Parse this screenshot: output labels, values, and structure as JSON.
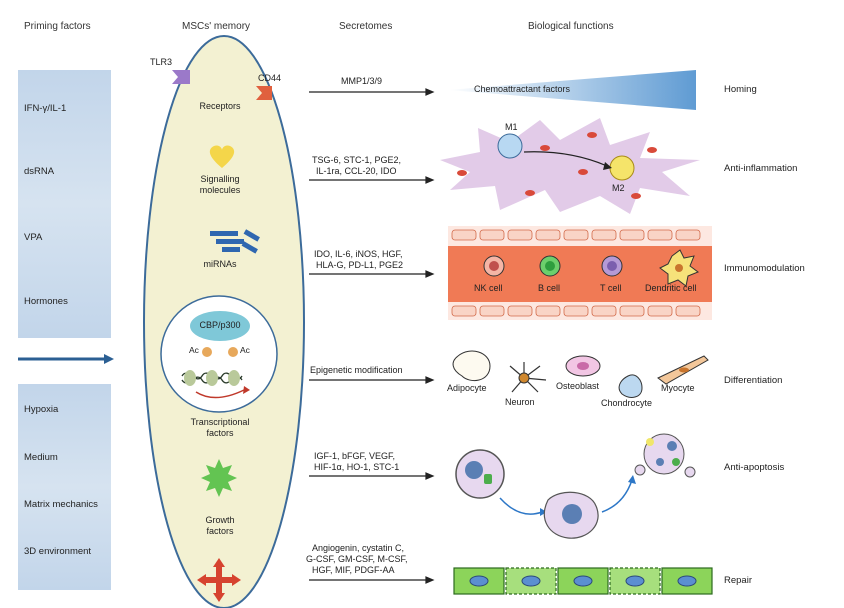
{
  "headers": {
    "priming": "Priming factors",
    "memory": "MSCs' memory",
    "secretomes": "Secretomes",
    "functions": "Biological functions"
  },
  "priming_top": [
    "IFN-γ/IL-1",
    "dsRNA",
    "VPA",
    "Hormones"
  ],
  "priming_bottom": [
    "Hypoxia",
    "Medium",
    "Matrix mechanics",
    "3D environment"
  ],
  "memory": {
    "tlr3": "TLR3",
    "cd44": "CD44",
    "receptors": "Receptors",
    "signalling_1": "Signalling",
    "signalling_2": "molecules",
    "mirnas": "miRNAs",
    "cbp": "CBP/p300",
    "ac": "Ac",
    "tf_1": "Transcriptional",
    "tf_2": "factors",
    "gf_1": "Growth",
    "gf_2": "factors"
  },
  "secretomes": {
    "s1": [
      "MMP1/3/9"
    ],
    "s2": [
      "TSG-6, STC-1, PGE2,",
      "IL-1ra, CCL-20, IDO"
    ],
    "s3": [
      "IDO, IL-6, iNOS, HGF,",
      "HLA-G, PD-L1, PGE2"
    ],
    "s4": [
      "Epigenetic modification"
    ],
    "s5": [
      "IGF-1, bFGF, VEGF,",
      "HIF-1α, HO-1, STC-1"
    ],
    "s6": [
      "Angiogenin, cystatin C,",
      "G-CSF, GM-CSF, M-CSF,",
      "HGF, MIF, PDGF-AA"
    ]
  },
  "diagram": {
    "chemo": "Chemoattractant factors",
    "m1": "M1",
    "m2": "M2",
    "nk": "NK cell",
    "b": "B cell",
    "t": "T cell",
    "dendritic": "Dendritic cell",
    "adipocyte": "Adipocyte",
    "neuron": "Neuron",
    "osteoblast": "Osteoblast",
    "chondrocyte": "Chondrocyte",
    "myocyte": "Myocyte"
  },
  "functions": [
    "Homing",
    "Anti-inflammation",
    "Immunomodulation",
    "Differentiation",
    "Anti-apoptosis",
    "Repair"
  ],
  "colors": {
    "band": "#c9d9ea",
    "ellipse_fill": "#f3f1d2",
    "ellipse_stroke": "#3c6b9a",
    "arrow_blue": "#2b5f93",
    "vessel": "#f07a55",
    "repair_green": "#8cd45a"
  }
}
